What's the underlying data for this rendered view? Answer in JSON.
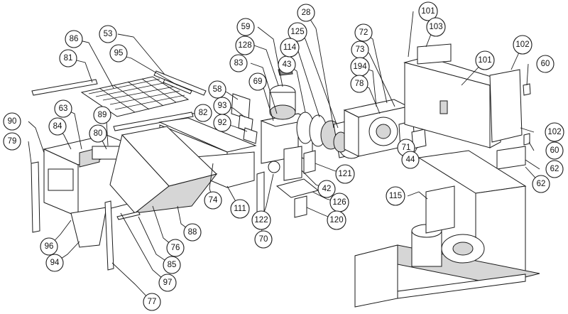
{
  "diagram": {
    "callouts": [
      {
        "id": "c28",
        "label": "28"
      },
      {
        "id": "c59",
        "label": "59"
      },
      {
        "id": "c53",
        "label": "53"
      },
      {
        "id": "c86",
        "label": "86"
      },
      {
        "id": "c81",
        "label": "81"
      },
      {
        "id": "c95",
        "label": "95"
      },
      {
        "id": "c128",
        "label": "128"
      },
      {
        "id": "c125",
        "label": "125"
      },
      {
        "id": "c72",
        "label": "72"
      },
      {
        "id": "c101a",
        "label": "101"
      },
      {
        "id": "c103",
        "label": "103"
      },
      {
        "id": "c43",
        "label": "43"
      },
      {
        "id": "c114",
        "label": "114"
      },
      {
        "id": "c73",
        "label": "73"
      },
      {
        "id": "c101b",
        "label": "101"
      },
      {
        "id": "c102a",
        "label": "102"
      },
      {
        "id": "c60a",
        "label": "60"
      },
      {
        "id": "c83",
        "label": "83"
      },
      {
        "id": "c69",
        "label": "69"
      },
      {
        "id": "c194",
        "label": "194"
      },
      {
        "id": "c78",
        "label": "78"
      },
      {
        "id": "c58",
        "label": "58"
      },
      {
        "id": "c93",
        "label": "93"
      },
      {
        "id": "c63",
        "label": "63"
      },
      {
        "id": "c89",
        "label": "89"
      },
      {
        "id": "c82",
        "label": "82"
      },
      {
        "id": "c92",
        "label": "92"
      },
      {
        "id": "c90",
        "label": "90"
      },
      {
        "id": "c84",
        "label": "84"
      },
      {
        "id": "c80",
        "label": "80"
      },
      {
        "id": "c79",
        "label": "79"
      },
      {
        "id": "c102b",
        "label": "102"
      },
      {
        "id": "c60b",
        "label": "60"
      },
      {
        "id": "c71",
        "label": "71"
      },
      {
        "id": "c44",
        "label": "44"
      },
      {
        "id": "c121",
        "label": "121"
      },
      {
        "id": "c62a",
        "label": "62"
      },
      {
        "id": "c42",
        "label": "42"
      },
      {
        "id": "c62b",
        "label": "62"
      },
      {
        "id": "c74",
        "label": "74"
      },
      {
        "id": "c126",
        "label": "126"
      },
      {
        "id": "c115",
        "label": "115"
      },
      {
        "id": "c111",
        "label": "111"
      },
      {
        "id": "c120",
        "label": "120"
      },
      {
        "id": "c122",
        "label": "122"
      },
      {
        "id": "c88",
        "label": "88"
      },
      {
        "id": "c70",
        "label": "70"
      },
      {
        "id": "c96",
        "label": "96"
      },
      {
        "id": "c76",
        "label": "76"
      },
      {
        "id": "c94",
        "label": "94"
      },
      {
        "id": "c85",
        "label": "85"
      },
      {
        "id": "c97",
        "label": "97"
      },
      {
        "id": "c77",
        "label": "77"
      }
    ]
  }
}
